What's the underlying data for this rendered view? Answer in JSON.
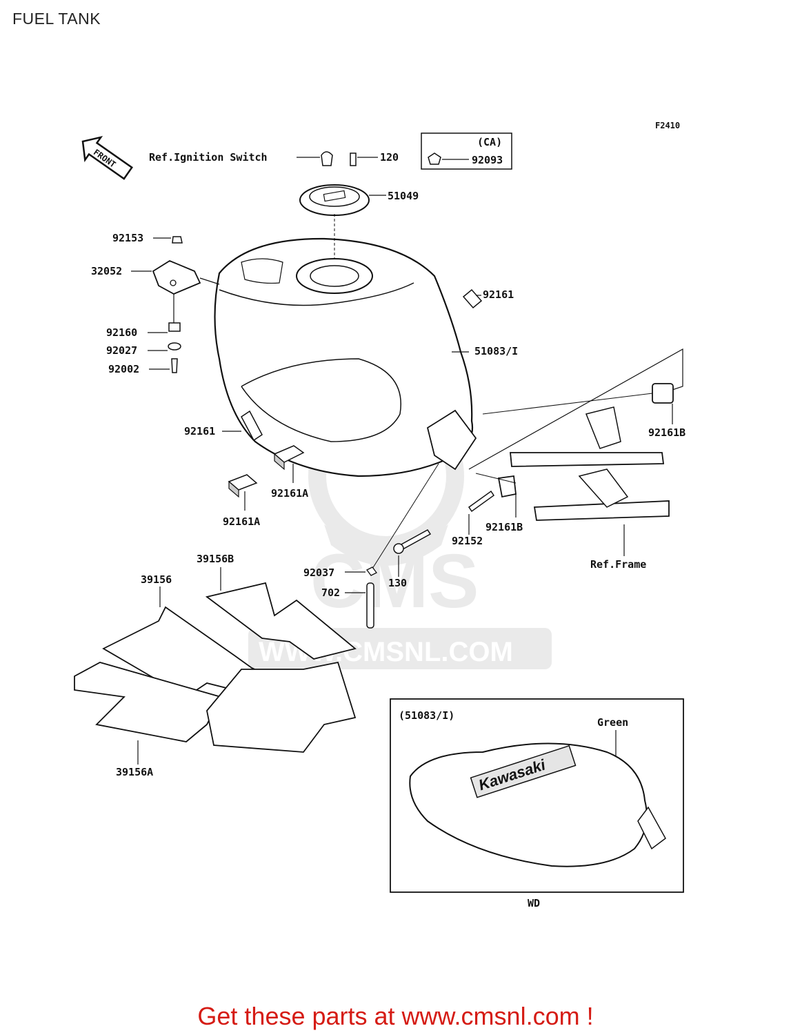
{
  "page": {
    "title": "FUEL TANK",
    "footer": "Get these parts at www.cmsnl.com !"
  },
  "diagram": {
    "code": "F2410",
    "front_label": "FRONT",
    "watermark": "CMS WWW.CMSNL.COM",
    "ca_box_label": "(CA)",
    "refs": {
      "ignition": "Ref.Ignition Switch",
      "frame": "Ref.Frame"
    },
    "inset": {
      "title": "(51083/I)",
      "color": "Green",
      "brand": "Kawasaki",
      "footnote": "WD"
    },
    "parts": [
      "120",
      "92093",
      "51049",
      "92153",
      "32052",
      "92161",
      "92160",
      "92027",
      "92002",
      "51083/I",
      "92161",
      "92161B",
      "92161A",
      "92161A",
      "92161B",
      "92152",
      "39156B",
      "92037",
      "130",
      "39156",
      "702",
      "39156A"
    ]
  }
}
